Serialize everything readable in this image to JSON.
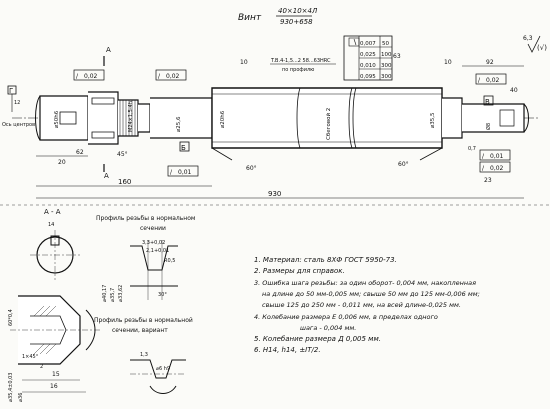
{
  "title_block": {
    "label": "Винт",
    "spec_top": "40×10×4Л",
    "spec_bottom": "930+658"
  },
  "tolerance_table": {
    "rows": [
      {
        "value": "0,007",
        "len": "50"
      },
      {
        "value": "0,025",
        "len": "100"
      },
      {
        "value": "0,010",
        "len": "300"
      },
      {
        "value": "0,095",
        "len": "300"
      }
    ],
    "side_label": "63"
  },
  "roughness_corner": "6,3",
  "hardening_note": {
    "line1": "T.B.4-1,5...2 58...63HRC",
    "line2": "по профилю"
  },
  "section_label": "А",
  "section_title": "А - А",
  "axis_label": "Ось центров",
  "dimensions": {
    "total_length": "930",
    "left_length": "160",
    "left_offset": "62",
    "right_len": "92",
    "right_short": "10",
    "left_short": "10",
    "len_20": "20",
    "len_23": "23",
    "len_12": "12",
    "dia_left": "⌀50h6",
    "dia_right": "⌀35,5",
    "dia_mid": "⌀25,6",
    "dia_hole": "⌀20h6",
    "thread_left": "M24×1,5-4h",
    "thread_mid": "Ø8",
    "angle_60_left": "60°",
    "angle_60_right": "60°",
    "angle_45": "45°",
    "right_40": "40",
    "right_07": "0,7",
    "center_14": "14"
  },
  "frame_tolerances": {
    "left_1": "0,02",
    "left_2": "0,02",
    "left_3": "0,01",
    "right_1": "0,02",
    "right_2": "0,01",
    "right_3": "0,02"
  },
  "datums": {
    "b": "Б",
    "g": "Г",
    "v": "В"
  },
  "thread_note": "Сбеговой 2",
  "profile_normal_title": {
    "line1": "Профиль резьбы в нормальном",
    "line2": "сечении"
  },
  "profile_variant_title": {
    "line1": "Профиль резьбы в нормальной",
    "line2": "сечении, вариант"
  },
  "profile_dims": {
    "d1": "⌀40,17",
    "d2": "⌀35,7",
    "d3": "⌀33,62",
    "d4": "⌀6 h9",
    "w1": "3,3+0,02",
    "w2": "2,1+0,01",
    "w3": "1,3",
    "r": "R0,5",
    "ang": "30°"
  },
  "bottom_left_dims": {
    "len_15": "15",
    "len_16": "16",
    "len_2": "2",
    "len_146": "1×45°",
    "dia_top": "60*0,4",
    "dia_bottom": "⌀35,4±0,03",
    "dia_36": "⌀36"
  },
  "notes": [
    "1. Материал: сталь 8ХФ ГОСТ 5950-73.",
    "2. Размеры для справок.",
    "3. Ошибка шага резьбы: за один оборот- 0,004 мм, накопленная",
    "на длине до 50 мм-0,005 мм; свыше 50 мм до 125 мм-0,006 мм;",
    "свыше 125 до 250 мм - 0,011 мм, на всей длине-0,025 мм.",
    "4. Колебание размера Е 0,006 мм, в пределах одного",
    "шага - 0,004 мм.",
    "5. Колебание размера Д 0,005 мм.",
    "6. H14, h14, ±IT/2."
  ]
}
